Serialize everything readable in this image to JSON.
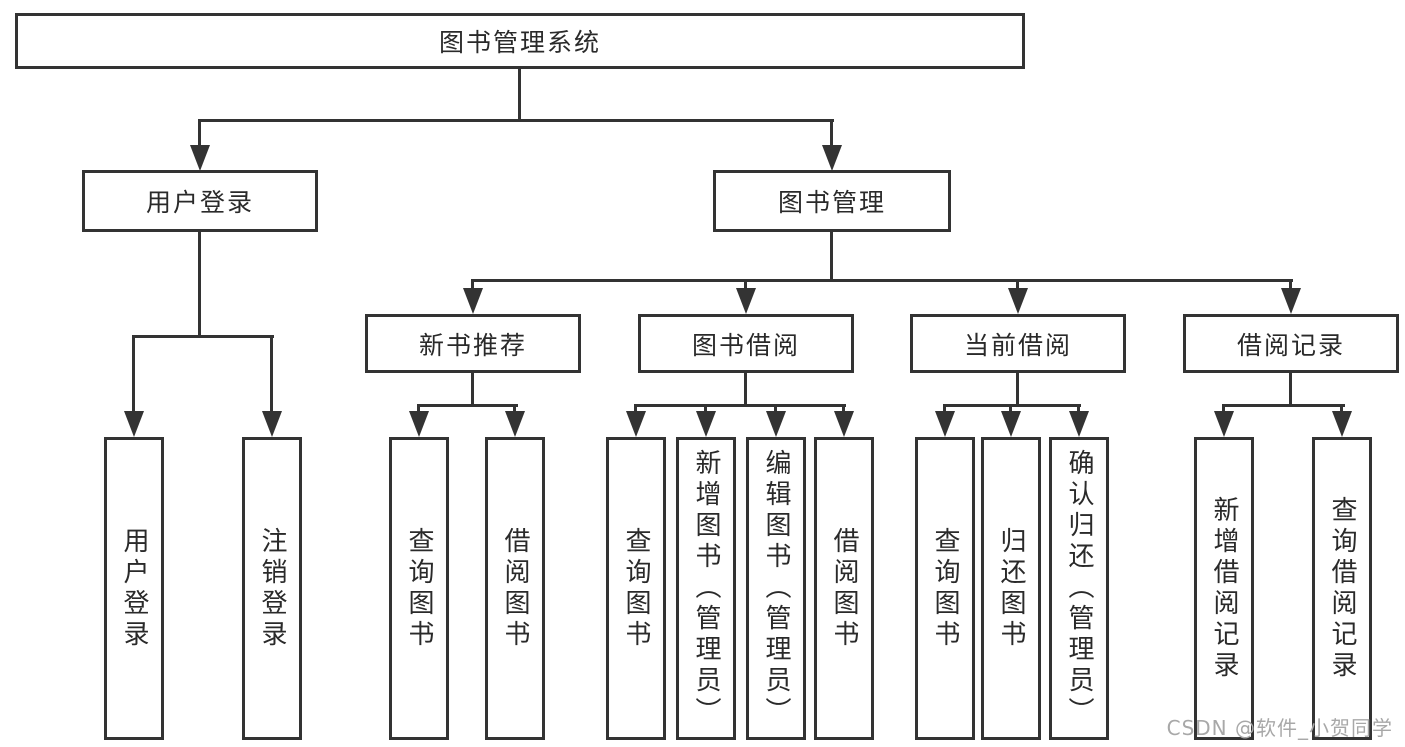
{
  "diagram": {
    "type": "hierarchy-tree",
    "root": {
      "label": "图书管理系统",
      "children": [
        {
          "label": "用户登录",
          "children": [
            {
              "label": "用户登录"
            },
            {
              "label": "注销登录"
            }
          ]
        },
        {
          "label": "图书管理",
          "children": [
            {
              "label": "新书推荐",
              "children": [
                {
                  "label": "查询图书"
                },
                {
                  "label": "借阅图书"
                }
              ]
            },
            {
              "label": "图书借阅",
              "children": [
                {
                  "label": "查询图书"
                },
                {
                  "label": "新增图书（管理员）"
                },
                {
                  "label": "编辑图书（管理员）"
                },
                {
                  "label": "借阅图书"
                }
              ]
            },
            {
              "label": "当前借阅",
              "children": [
                {
                  "label": "查询图书"
                },
                {
                  "label": "归还图书"
                },
                {
                  "label": "确认归还（管理员）"
                }
              ]
            },
            {
              "label": "借阅记录",
              "children": [
                {
                  "label": "新增借阅记录"
                },
                {
                  "label": "查询借阅记录"
                }
              ]
            }
          ]
        }
      ]
    }
  },
  "watermark": {
    "text": "CSDN @软件_小贺同学"
  },
  "colors": {
    "line": "#333333",
    "node_fill": "#ffffff",
    "text": "#2a2a2a",
    "watermark": "#a8a8a8",
    "background": "#ffffff"
  }
}
